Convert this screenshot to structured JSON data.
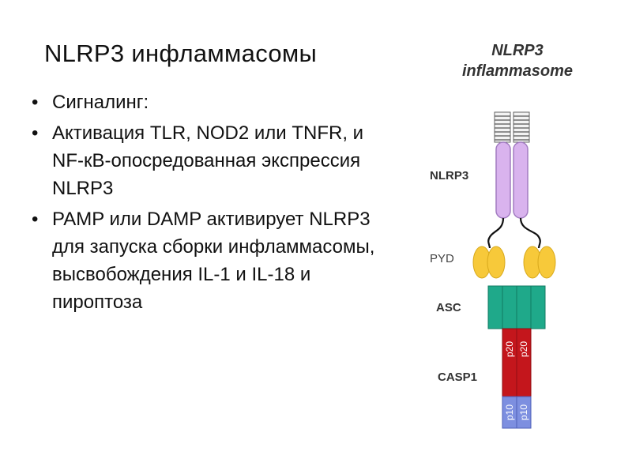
{
  "slide": {
    "title": "NLRP3 инфламмасомы",
    "bullets": [
      "Сигналинг:",
      "Активация TLR, NOD2 или TNFR, и NF-кB-опосредованная экспрессия NLRP3",
      "PAMP или DAMP активирует NLRP3 для запуска сборки инфламмасомы, высвобождения IL-1 и IL-18 и пироптоза"
    ]
  },
  "diagram": {
    "title_line1": "NLRP3",
    "title_line2": "inflammasome",
    "labels": {
      "nlrp3": "NLRP3",
      "pyd": "PYD",
      "asc": "ASC",
      "casp1": "CASP1"
    },
    "subunits": {
      "p20": "p20",
      "p10": "p10"
    },
    "colors": {
      "nlrp3_rod": "#d9b3ee",
      "nlrp3_stroke": "#a27cc1",
      "pyd": "#f7c93a",
      "asc": "#1fa98a",
      "casp1_p20": "#c4161c",
      "casp1_p10": "#7d8fe0",
      "coil": "#555555"
    }
  }
}
